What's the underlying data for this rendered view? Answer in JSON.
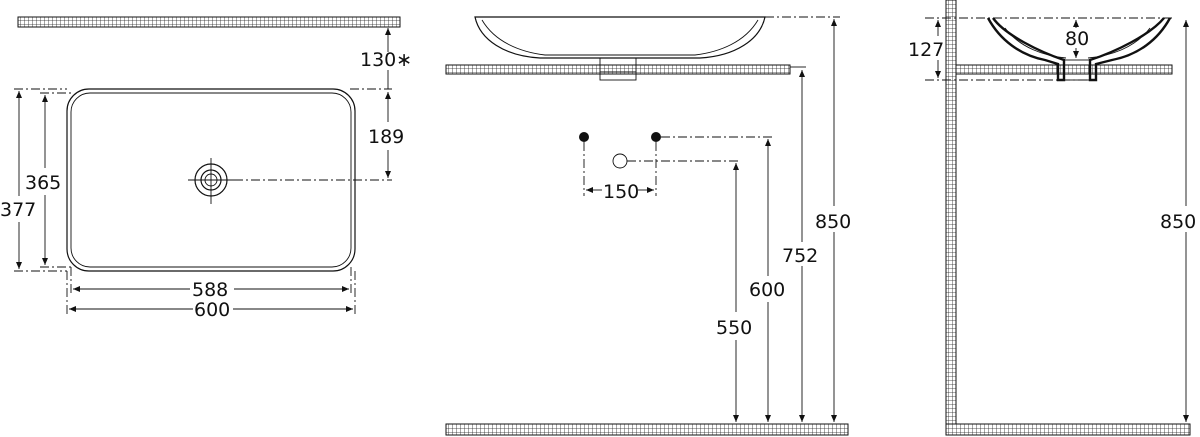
{
  "plan_view": {
    "dim_overflow": "130∗",
    "dim_drain_offset": "189",
    "dim_inner_depth": "365",
    "dim_outer_depth": "377",
    "dim_inner_width": "588",
    "dim_outer_width": "600"
  },
  "front_view": {
    "dim_tap_spacing": "150",
    "dim_floor_850": "850",
    "dim_tap_752": "752",
    "dim_tap_600": "600",
    "dim_drain_550": "550"
  },
  "side_view": {
    "dim_bowl_height": "127",
    "dim_drain_80": "80",
    "dim_floor_850": "850"
  }
}
